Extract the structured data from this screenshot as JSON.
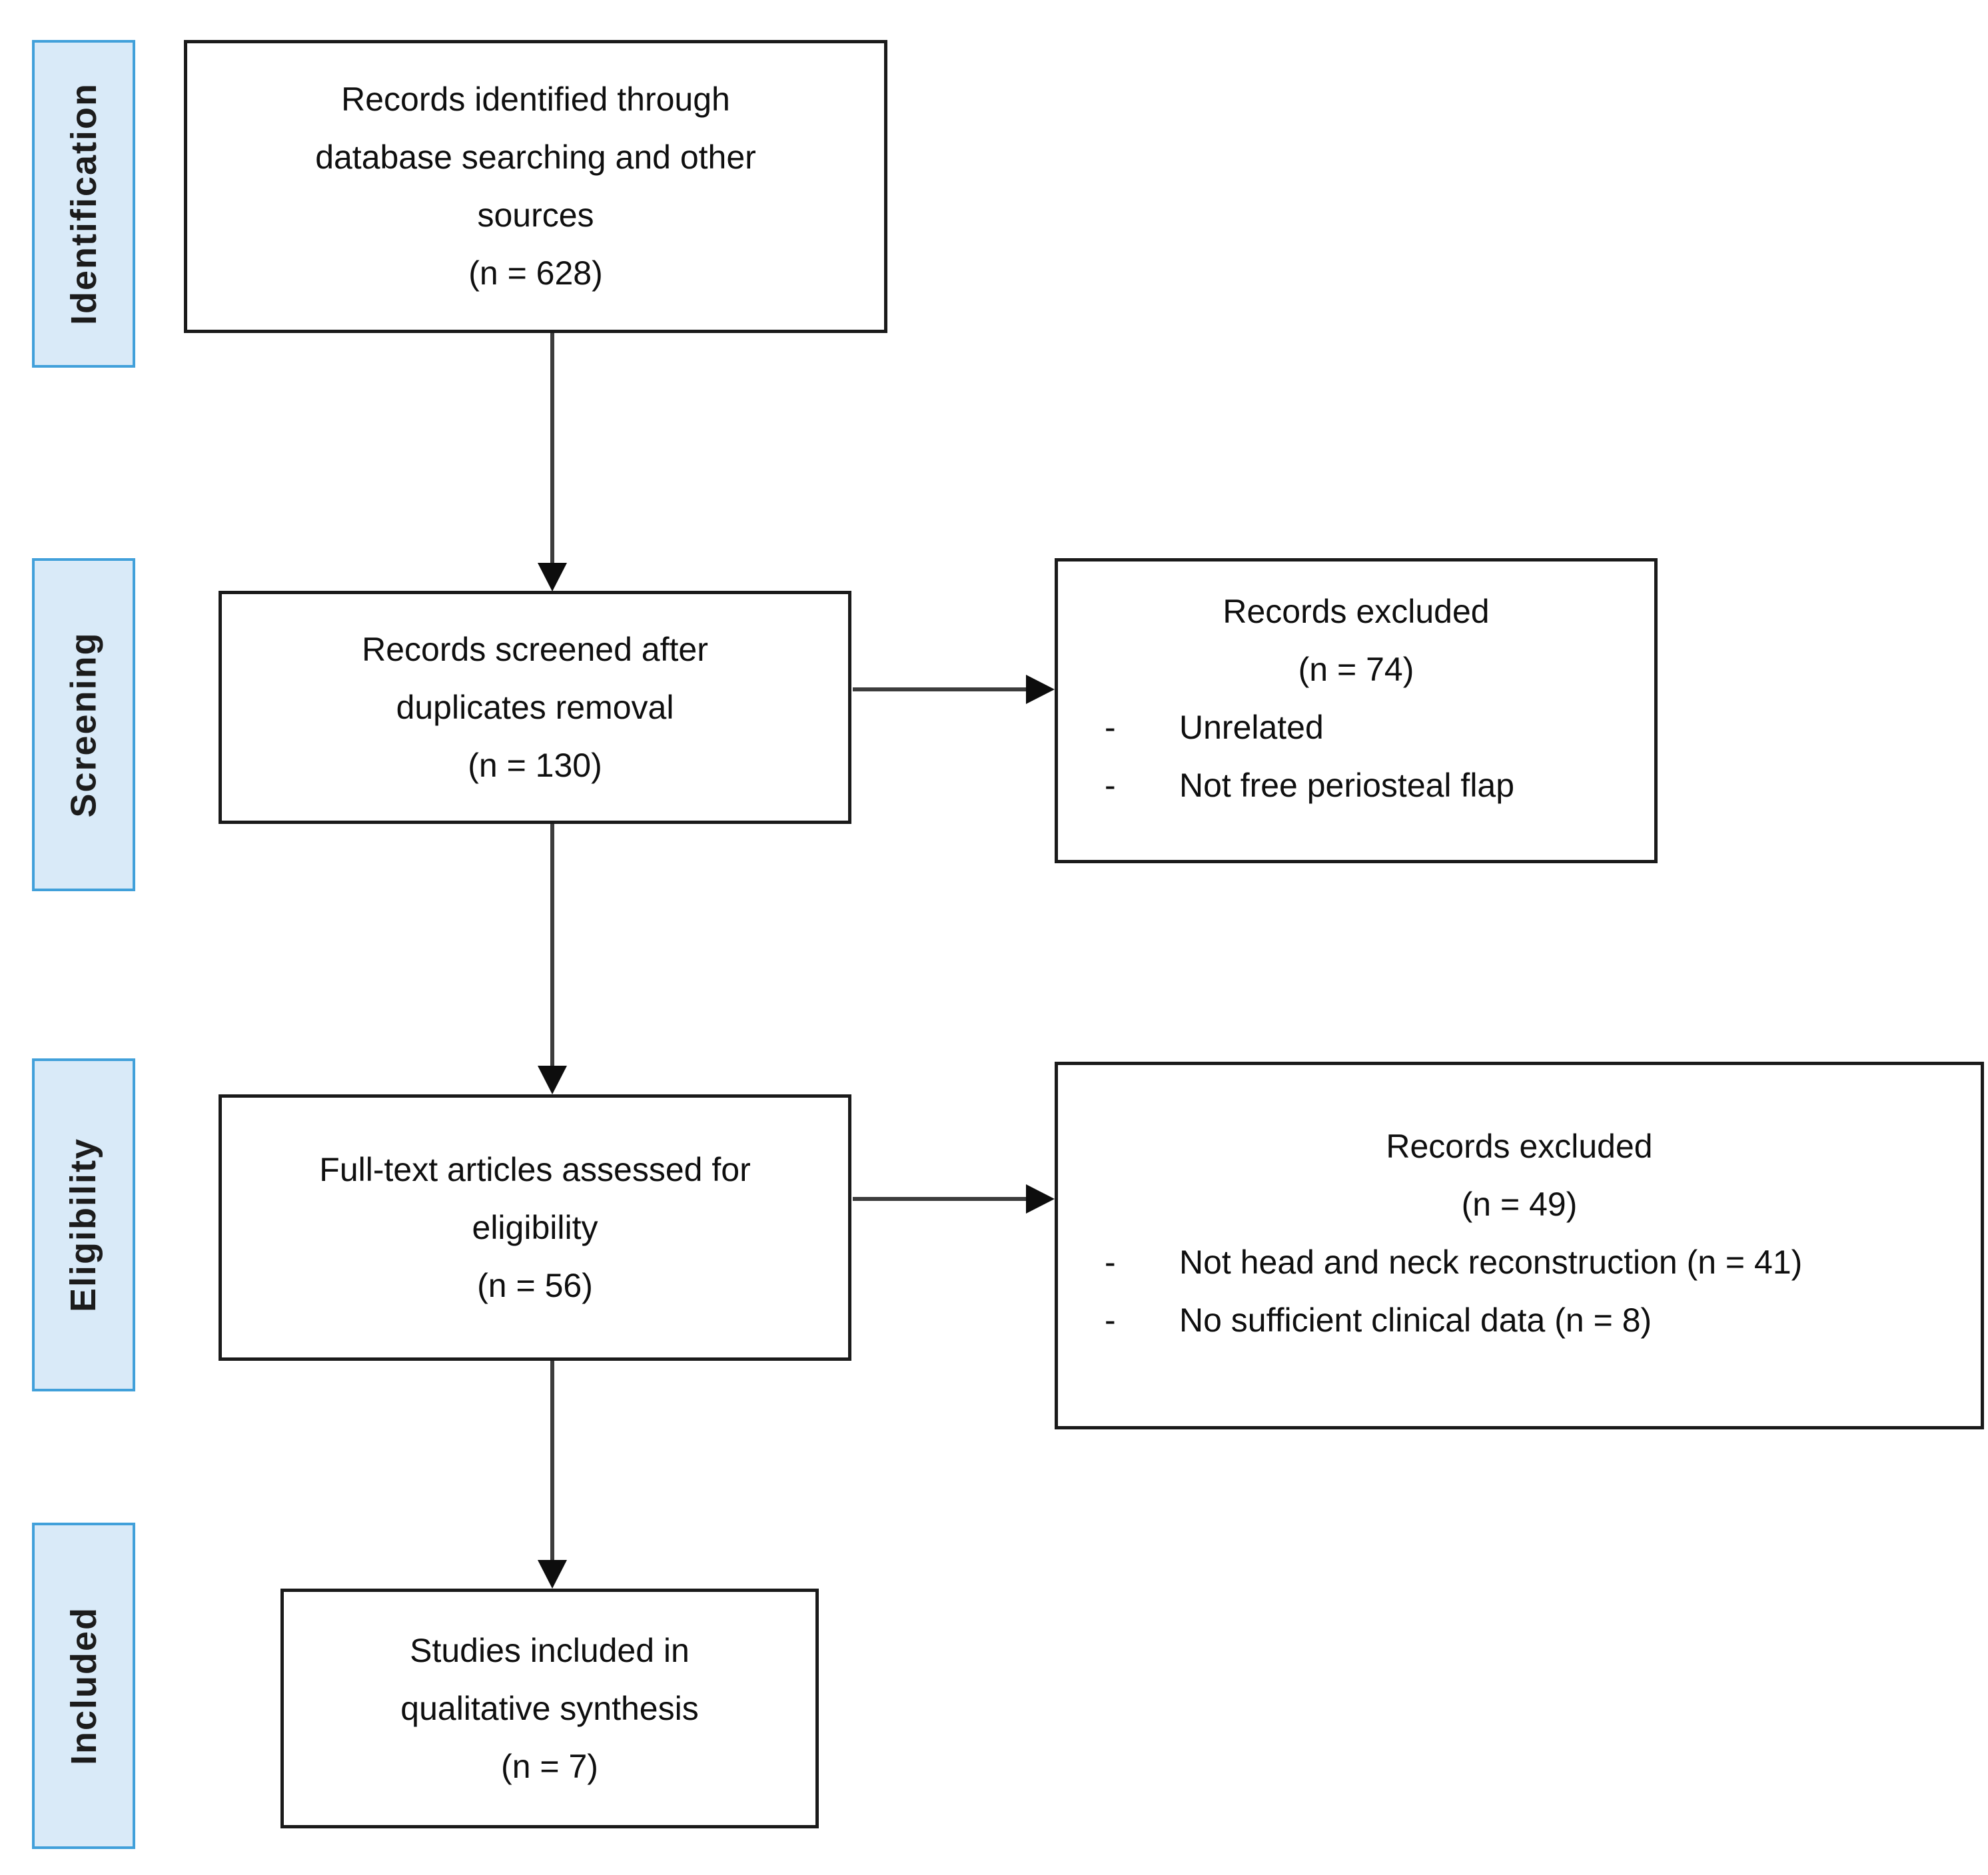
{
  "diagram": {
    "type": "prisma-flow",
    "stages": [
      {
        "label": "Identification"
      },
      {
        "label": "Screening"
      },
      {
        "label": "Eligibility"
      },
      {
        "label": "Included"
      }
    ],
    "flow_boxes": [
      {
        "lines": [
          "Records identified through",
          "database searching and other",
          "sources",
          "(n = 628)"
        ]
      },
      {
        "lines": [
          "Records screened after",
          "duplicates removal",
          "(n = 130)"
        ]
      },
      {
        "lines": [
          "Full-text articles assessed for",
          "eligibility",
          "(n = 56)"
        ]
      },
      {
        "lines": [
          "Studies included in",
          "qualitative synthesis",
          "(n = 7)"
        ]
      }
    ],
    "exclusion_boxes": [
      {
        "title": "Records excluded",
        "count": "(n = 74)",
        "marker": "-",
        "bullets": [
          "Unrelated",
          "Not free periosteal flap"
        ]
      },
      {
        "title": "Records excluded",
        "count": "(n = 49)",
        "marker": "-",
        "bullets": [
          "Not head and neck reconstruction (n = 41)",
          "No sufficient clinical data (n = 8)"
        ]
      }
    ],
    "colors": {
      "stage_fill": "#d9eaf8",
      "stage_border": "#41a0da",
      "box_border": "#1a1a1a",
      "arrow": "#3d3d3d",
      "arrow_head": "#0d0d0d",
      "text": "#0f0f0f"
    }
  }
}
